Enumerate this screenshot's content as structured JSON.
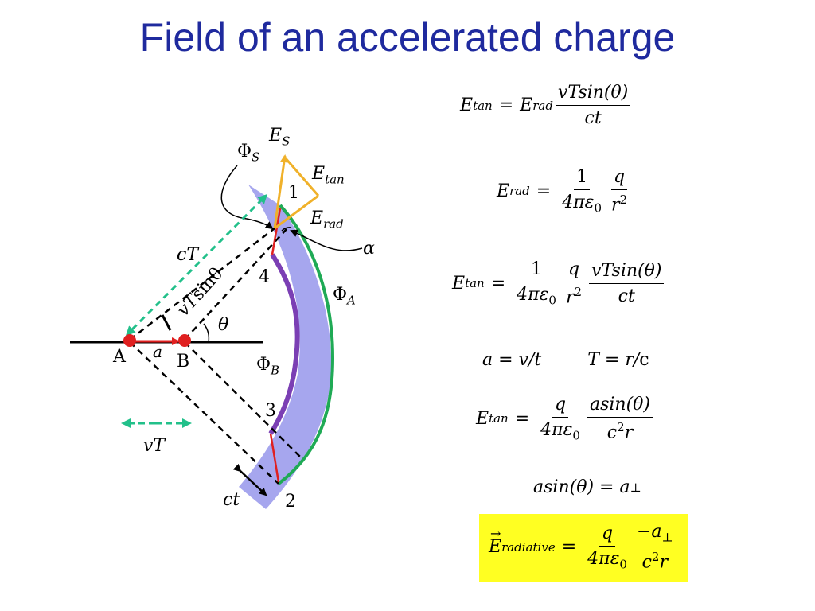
{
  "title": "Field of an accelerated charge",
  "colors": {
    "title": "#1f2a9e",
    "shell": "#a6a6ee",
    "outer_front": "#1faa55",
    "inner_front": "#7b3fb4",
    "field_lines": "#f0b12a",
    "charge": "#e02020",
    "guide_arrows": "#22c08a",
    "highlight": "#ffff22"
  },
  "diagram": {
    "labels": {
      "phi_s": "Φ",
      "phi_s_sub": "S",
      "e_s": "E",
      "e_s_sub": "S",
      "e_tan": "E",
      "e_tan_sub": "tan",
      "e_rad": "E",
      "e_rad_sub": "rad",
      "alpha": "α",
      "phi_a": "Φ",
      "phi_a_sub": "A",
      "phi_b": "Φ",
      "phi_b_sub": "B",
      "theta": "θ",
      "ct_big": "cT",
      "vtsin": "vT",
      "vtsin_suffix": "sinθ",
      "vt": "vT",
      "ct_small": "ct",
      "a_vec": "a",
      "point_a": "A",
      "point_b": "B",
      "p1": "1",
      "p2": "2",
      "p3": "3",
      "p4": "4"
    }
  },
  "equations": {
    "e1": {
      "lhs": "E",
      "lhs_sub": "tan",
      "eq": "=",
      "mid": "E",
      "mid_sub": "rad",
      "num": "vTsin(θ)",
      "den": "ct"
    },
    "e2": {
      "lhs": "E",
      "lhs_sub": "rad",
      "eq": "=",
      "num1": "1",
      "den1": "4πε",
      "den1_sub": "0",
      "num2": "q",
      "den2": "r",
      "den2_sup": "2"
    },
    "e3": {
      "lhs": "E",
      "lhs_sub": "tan",
      "eq": "=",
      "num1": "1",
      "den1": "4πε",
      "den1_sub": "0",
      "num2": "q",
      "den2": "r",
      "den2_sup": "2",
      "num3": "vTsin(θ)",
      "den3": "ct"
    },
    "e4": {
      "left": "a = v/t",
      "right": "T = r/",
      "right_end": "c"
    },
    "e5": {
      "lhs": "E",
      "lhs_sub": "tan",
      "eq": "=",
      "num1": "q",
      "den1": "4πε",
      "den1_sub": "0",
      "num2": "asin(θ)",
      "den2": "c",
      "den2_sup": "2",
      "den2_end": "r"
    },
    "e6": {
      "text": "asin(θ) = a",
      "sub": "⊥"
    },
    "e7": {
      "lhs": "E",
      "lhs_sub": "radiative",
      "eq": "=",
      "num1": "q",
      "den1": "4πε",
      "den1_sub": "0",
      "num2": "−a",
      "num2_sub": "⊥",
      "den2": "c",
      "den2_sup": "2",
      "den2_end": "r"
    }
  }
}
